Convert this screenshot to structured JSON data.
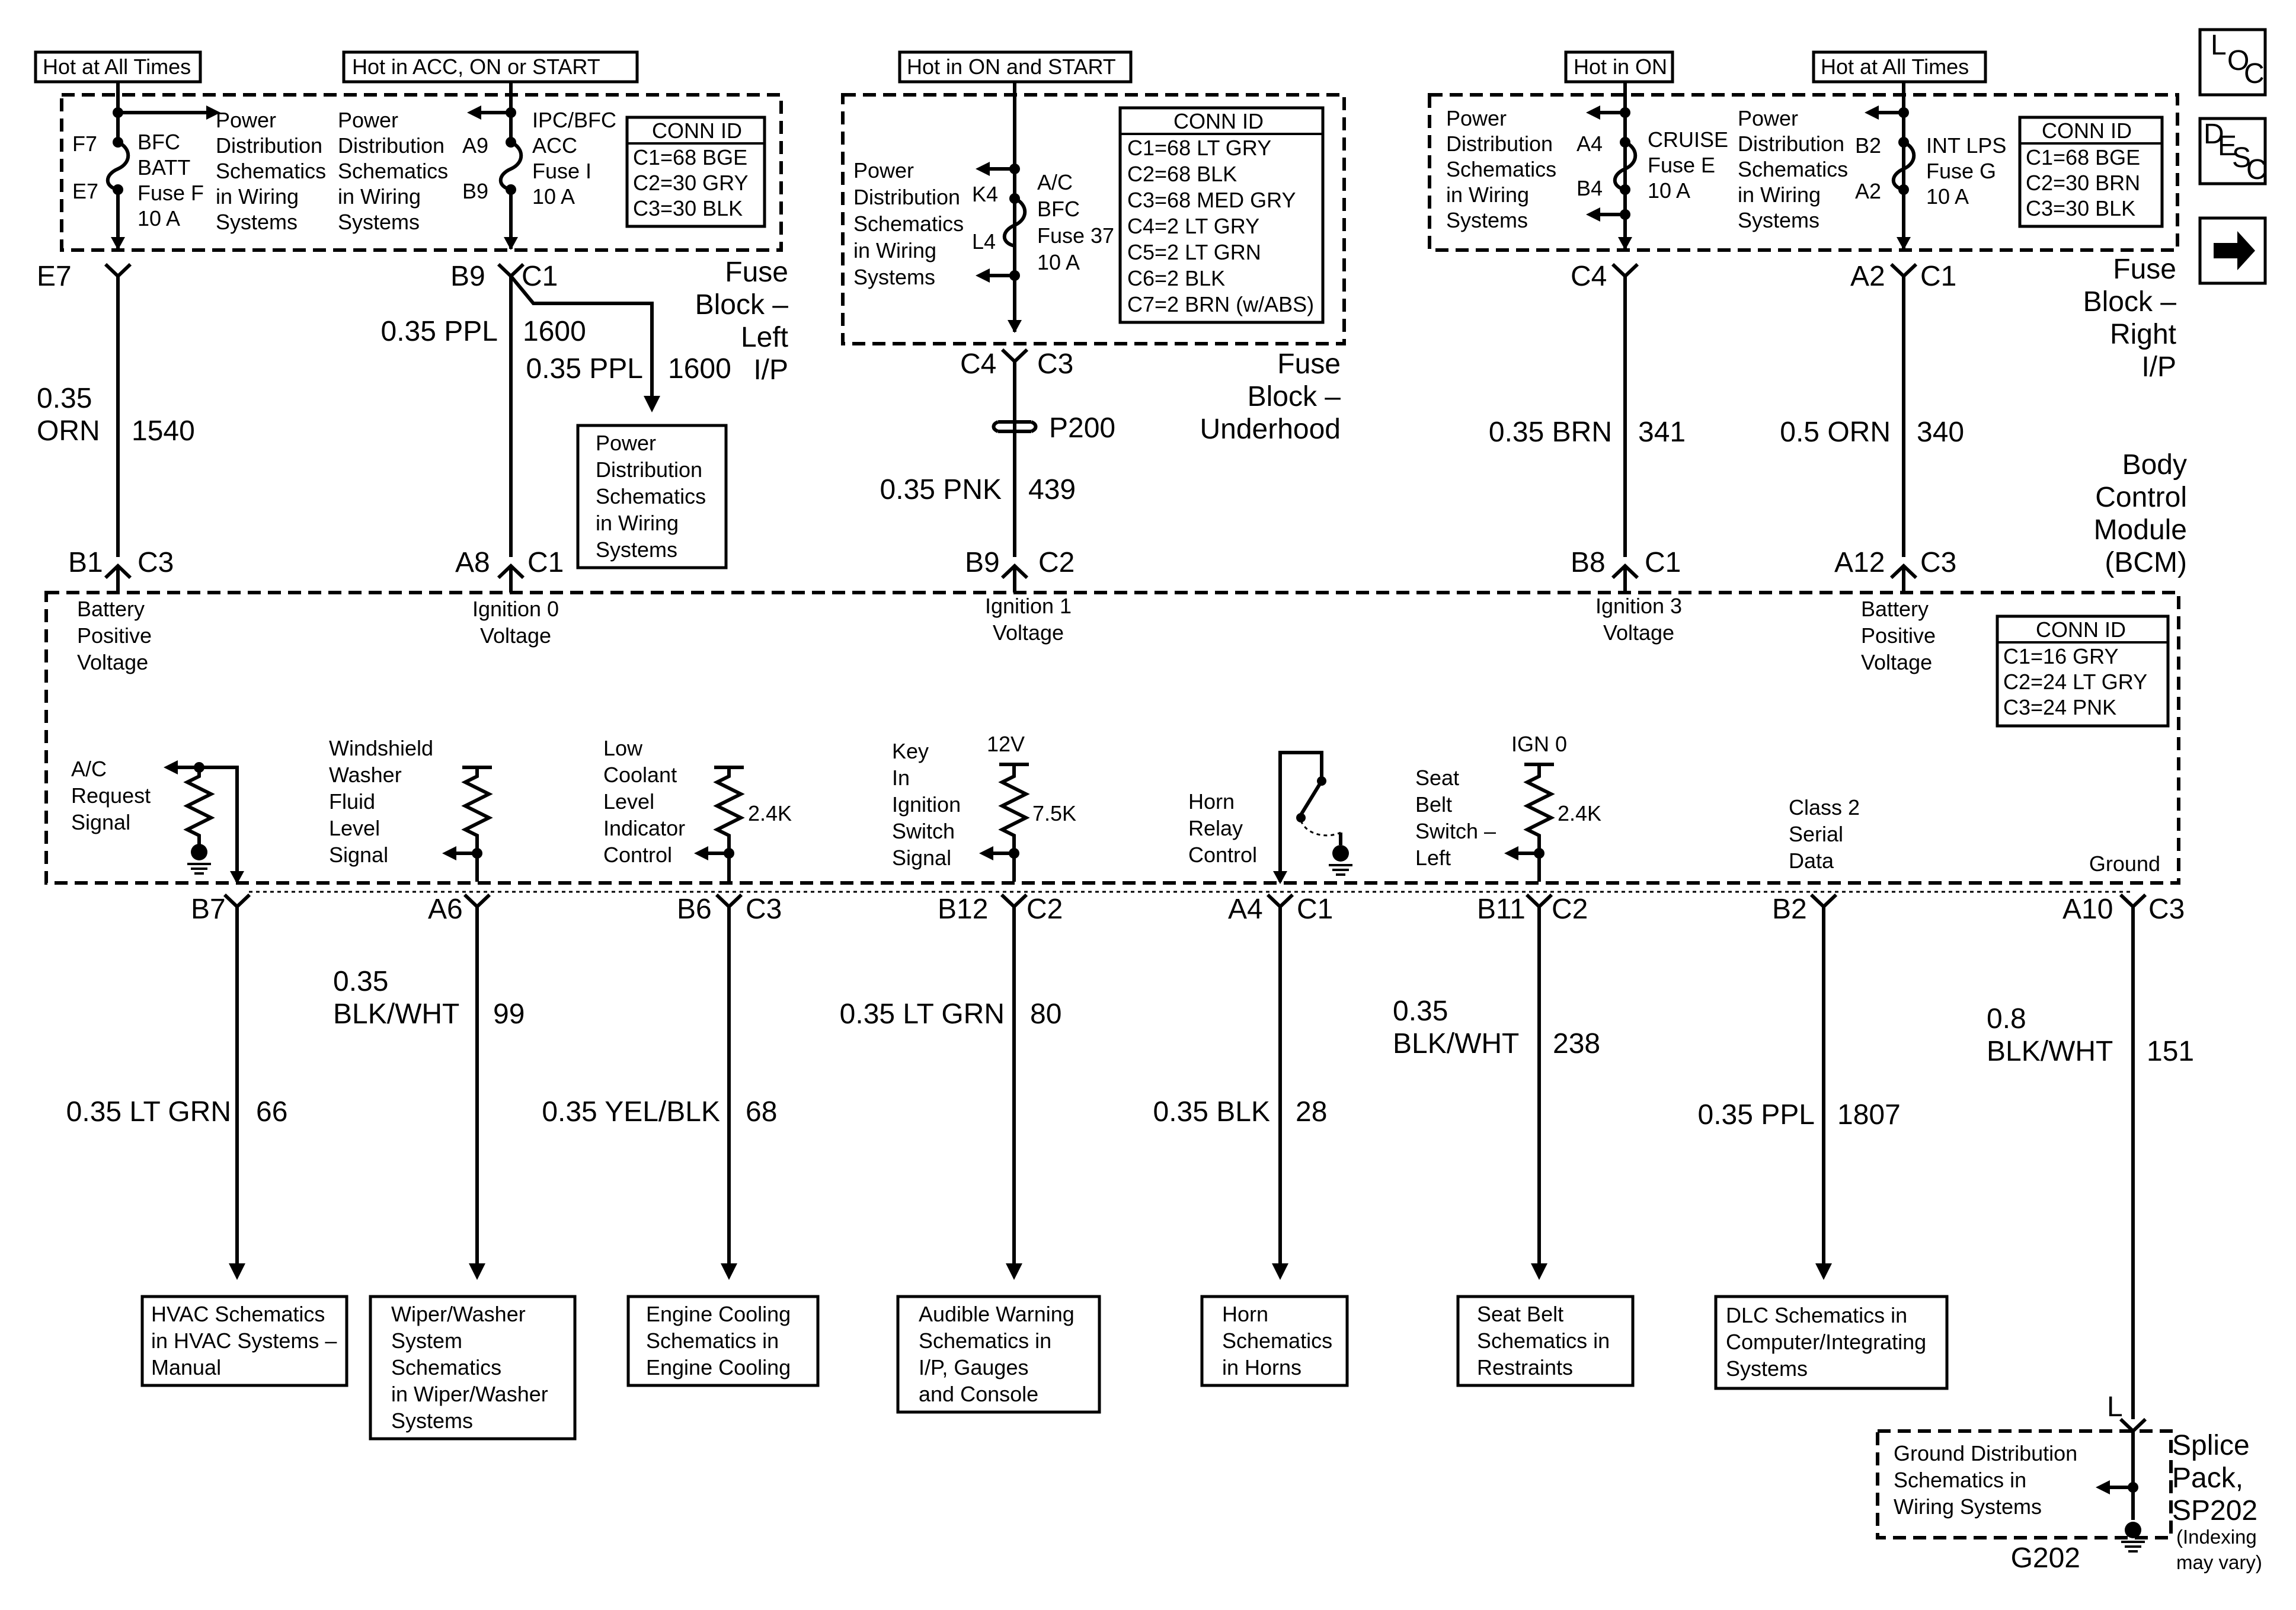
{
  "nav": {
    "loc": [
      "L",
      "O",
      "C"
    ],
    "desc": [
      "D",
      "E",
      "S",
      "C"
    ],
    "next_icon": "arrow-right-icon"
  },
  "headers": {
    "h1": "Hot at All Times",
    "h2": "Hot in ACC, ON or START",
    "h3": "Hot in ON and START",
    "h4": "Hot in ON",
    "h5": "Hot at All Times"
  },
  "fuse_left": {
    "pins_top": [
      "F7",
      "E7"
    ],
    "fuse_f": [
      "BFC",
      "BATT",
      "Fuse F",
      "10 A"
    ],
    "pds1": [
      "Power",
      "Distribution",
      "Schematics",
      "in Wiring",
      "Systems"
    ],
    "pds2": [
      "Power",
      "Distribution",
      "Schematics",
      "in Wiring",
      "Systems"
    ],
    "pins2": [
      "A9",
      "B9"
    ],
    "fuse_i": [
      "IPC/BFC",
      "ACC",
      "Fuse I",
      "10 A"
    ],
    "conn": [
      "CONN ID",
      "C1=68 BGE",
      "C2=30 GRY",
      "C3=30 BLK"
    ],
    "label": [
      "Fuse",
      "Block –",
      "Left",
      "I/P"
    ]
  },
  "fuse_under": {
    "pds": [
      "Power",
      "Distribution",
      "Schematics",
      "in Wiring",
      "Systems"
    ],
    "pins": [
      "K4",
      "L4"
    ],
    "fuse": [
      "A/C",
      "BFC",
      "Fuse 37",
      "10 A"
    ],
    "conn": [
      "CONN ID",
      "C1=68 LT GRY",
      "C2=68 BLK",
      "C3=68 MED GRY",
      "C4=2 LT GRY",
      "C5=2 LT GRN",
      "C6=2 BLK",
      "C7=2 BRN (w/ABS)"
    ],
    "label": [
      "Fuse",
      "Block –",
      "Underhood"
    ]
  },
  "fuse_right": {
    "pds1": [
      "Power",
      "Distribution",
      "Schematics",
      "in Wiring",
      "Systems"
    ],
    "pins1": [
      "A4",
      "B4"
    ],
    "fuse_e": [
      "CRUISE",
      "Fuse E",
      "10 A"
    ],
    "pds2": [
      "Power",
      "Distribution",
      "Schematics",
      "in Wiring",
      "Systems"
    ],
    "pins2": [
      "B2",
      "A2"
    ],
    "fuse_g": [
      "INT LPS",
      "Fuse G",
      "10 A"
    ],
    "conn": [
      "CONN ID",
      "C1=68 BGE",
      "C2=30 BRN",
      "C3=30 BLK"
    ],
    "label": [
      "Fuse",
      "Block –",
      "Right",
      "I/P"
    ]
  },
  "wires_top": {
    "e7": "E7",
    "b9": "B9",
    "c1a": "C1",
    "w1540_color": [
      "0.35",
      "ORN"
    ],
    "w1540": "1540",
    "w1600a": "0.35 PPL",
    "w1600a_n": "1600",
    "w1600b": "0.35 PPL",
    "w1600b_n": "1600",
    "pds_box": [
      "Power",
      "Distribution",
      "Schematics",
      "in Wiring",
      "Systems"
    ],
    "c4": "C4",
    "c3": "C3",
    "p200": "P200",
    "w439": "0.35 PNK",
    "w439_n": "439",
    "c4r": "C4",
    "a2r": "A2",
    "c1r": "C1",
    "w341": "0.35 BRN",
    "w341_n": "341",
    "w340": "0.5 ORN",
    "w340_n": "340"
  },
  "bcm": {
    "title": [
      "Body",
      "Control",
      "Module",
      "(BCM)"
    ],
    "pins_top": [
      {
        "pin": "B1",
        "conn": "C3"
      },
      {
        "pin": "A8",
        "conn": "C1"
      },
      {
        "pin": "B9",
        "conn": "C2"
      },
      {
        "pin": "B8",
        "conn": "C1"
      },
      {
        "pin": "A12",
        "conn": "C3"
      }
    ],
    "inputs": {
      "bpv1": [
        "Battery",
        "Positive",
        "Voltage"
      ],
      "ign0": [
        "Ignition 0",
        "Voltage"
      ],
      "ign1": [
        "Ignition 1",
        "Voltage"
      ],
      "ign3": [
        "Ignition 3",
        "Voltage"
      ],
      "bpv2": [
        "Battery",
        "Positive",
        "Voltage"
      ]
    },
    "conn": [
      "CONN ID",
      "C1=16 GRY",
      "C2=24 LT GRY",
      "C3=24 PNK"
    ],
    "circuits": {
      "ac": [
        "A/C",
        "Request",
        "Signal"
      ],
      "wwf": [
        "Windshield",
        "Washer",
        "Fluid",
        "Level",
        "Signal"
      ],
      "lcl": [
        "Low",
        "Coolant",
        "Level",
        "Indicator",
        "Control"
      ],
      "lcl_r": "2.4K",
      "kis": [
        "Key",
        "In",
        "Ignition",
        "Switch",
        "Signal"
      ],
      "kis_v": "12V",
      "kis_r": "7.5K",
      "horn": [
        "Horn",
        "Relay",
        "Control"
      ],
      "seat": [
        "Seat",
        "Belt",
        "Switch –",
        "Left"
      ],
      "seat_v": "IGN 0",
      "seat_r": "2.4K",
      "class2": [
        "Class 2",
        "Serial",
        "Data"
      ],
      "ground": "Ground"
    },
    "pins_bottom": [
      {
        "pin": "B7",
        "conn": ""
      },
      {
        "pin": "A6",
        "conn": ""
      },
      {
        "pin": "B6",
        "conn": "C3"
      },
      {
        "pin": "B12",
        "conn": "C2"
      },
      {
        "pin": "A4",
        "conn": "C1"
      },
      {
        "pin": "B11",
        "conn": "C2"
      },
      {
        "pin": "B2",
        "conn": ""
      },
      {
        "pin": "A10",
        "conn": "C3"
      }
    ]
  },
  "wires_bottom": {
    "w66": "0.35 LT GRN",
    "w66_n": "66",
    "w99": [
      "0.35",
      "BLK/WHT"
    ],
    "w99_n": "99",
    "w68": "0.35 YEL/BLK",
    "w68_n": "68",
    "w80": "0.35 LT GRN",
    "w80_n": "80",
    "w28": "0.35 BLK",
    "w28_n": "28",
    "w238": [
      "0.35",
      "BLK/WHT"
    ],
    "w238_n": "238",
    "w1807": "0.35 PPL",
    "w1807_n": "1807",
    "w151": [
      "0.8",
      "BLK/WHT"
    ],
    "w151_n": "151"
  },
  "dest_boxes": {
    "hvac": [
      "HVAC Schematics",
      "in HVAC Systems –",
      "Manual"
    ],
    "wiper": [
      "Wiper/Washer",
      "System",
      "Schematics",
      "in Wiper/Washer",
      "Systems"
    ],
    "cooling": [
      "Engine Cooling",
      "Schematics in",
      "Engine Cooling"
    ],
    "audible": [
      "Audible Warning",
      "Schematics in",
      "I/P, Gauges",
      "and Console"
    ],
    "horn": [
      "Horn",
      "Schematics",
      "in Horns"
    ],
    "seat": [
      "Seat Belt",
      "Schematics in",
      "Restraints"
    ],
    "dlc": [
      "DLC Schematics in",
      "Computer/Integrating",
      "Systems"
    ]
  },
  "splice": {
    "pin": "L",
    "gds": [
      "Ground Distribution",
      "Schematics in",
      "Wiring Systems"
    ],
    "label": [
      "Splice",
      "Pack,",
      "SP202"
    ],
    "note": [
      "(Indexing",
      "may vary)"
    ],
    "ground": "G202"
  }
}
